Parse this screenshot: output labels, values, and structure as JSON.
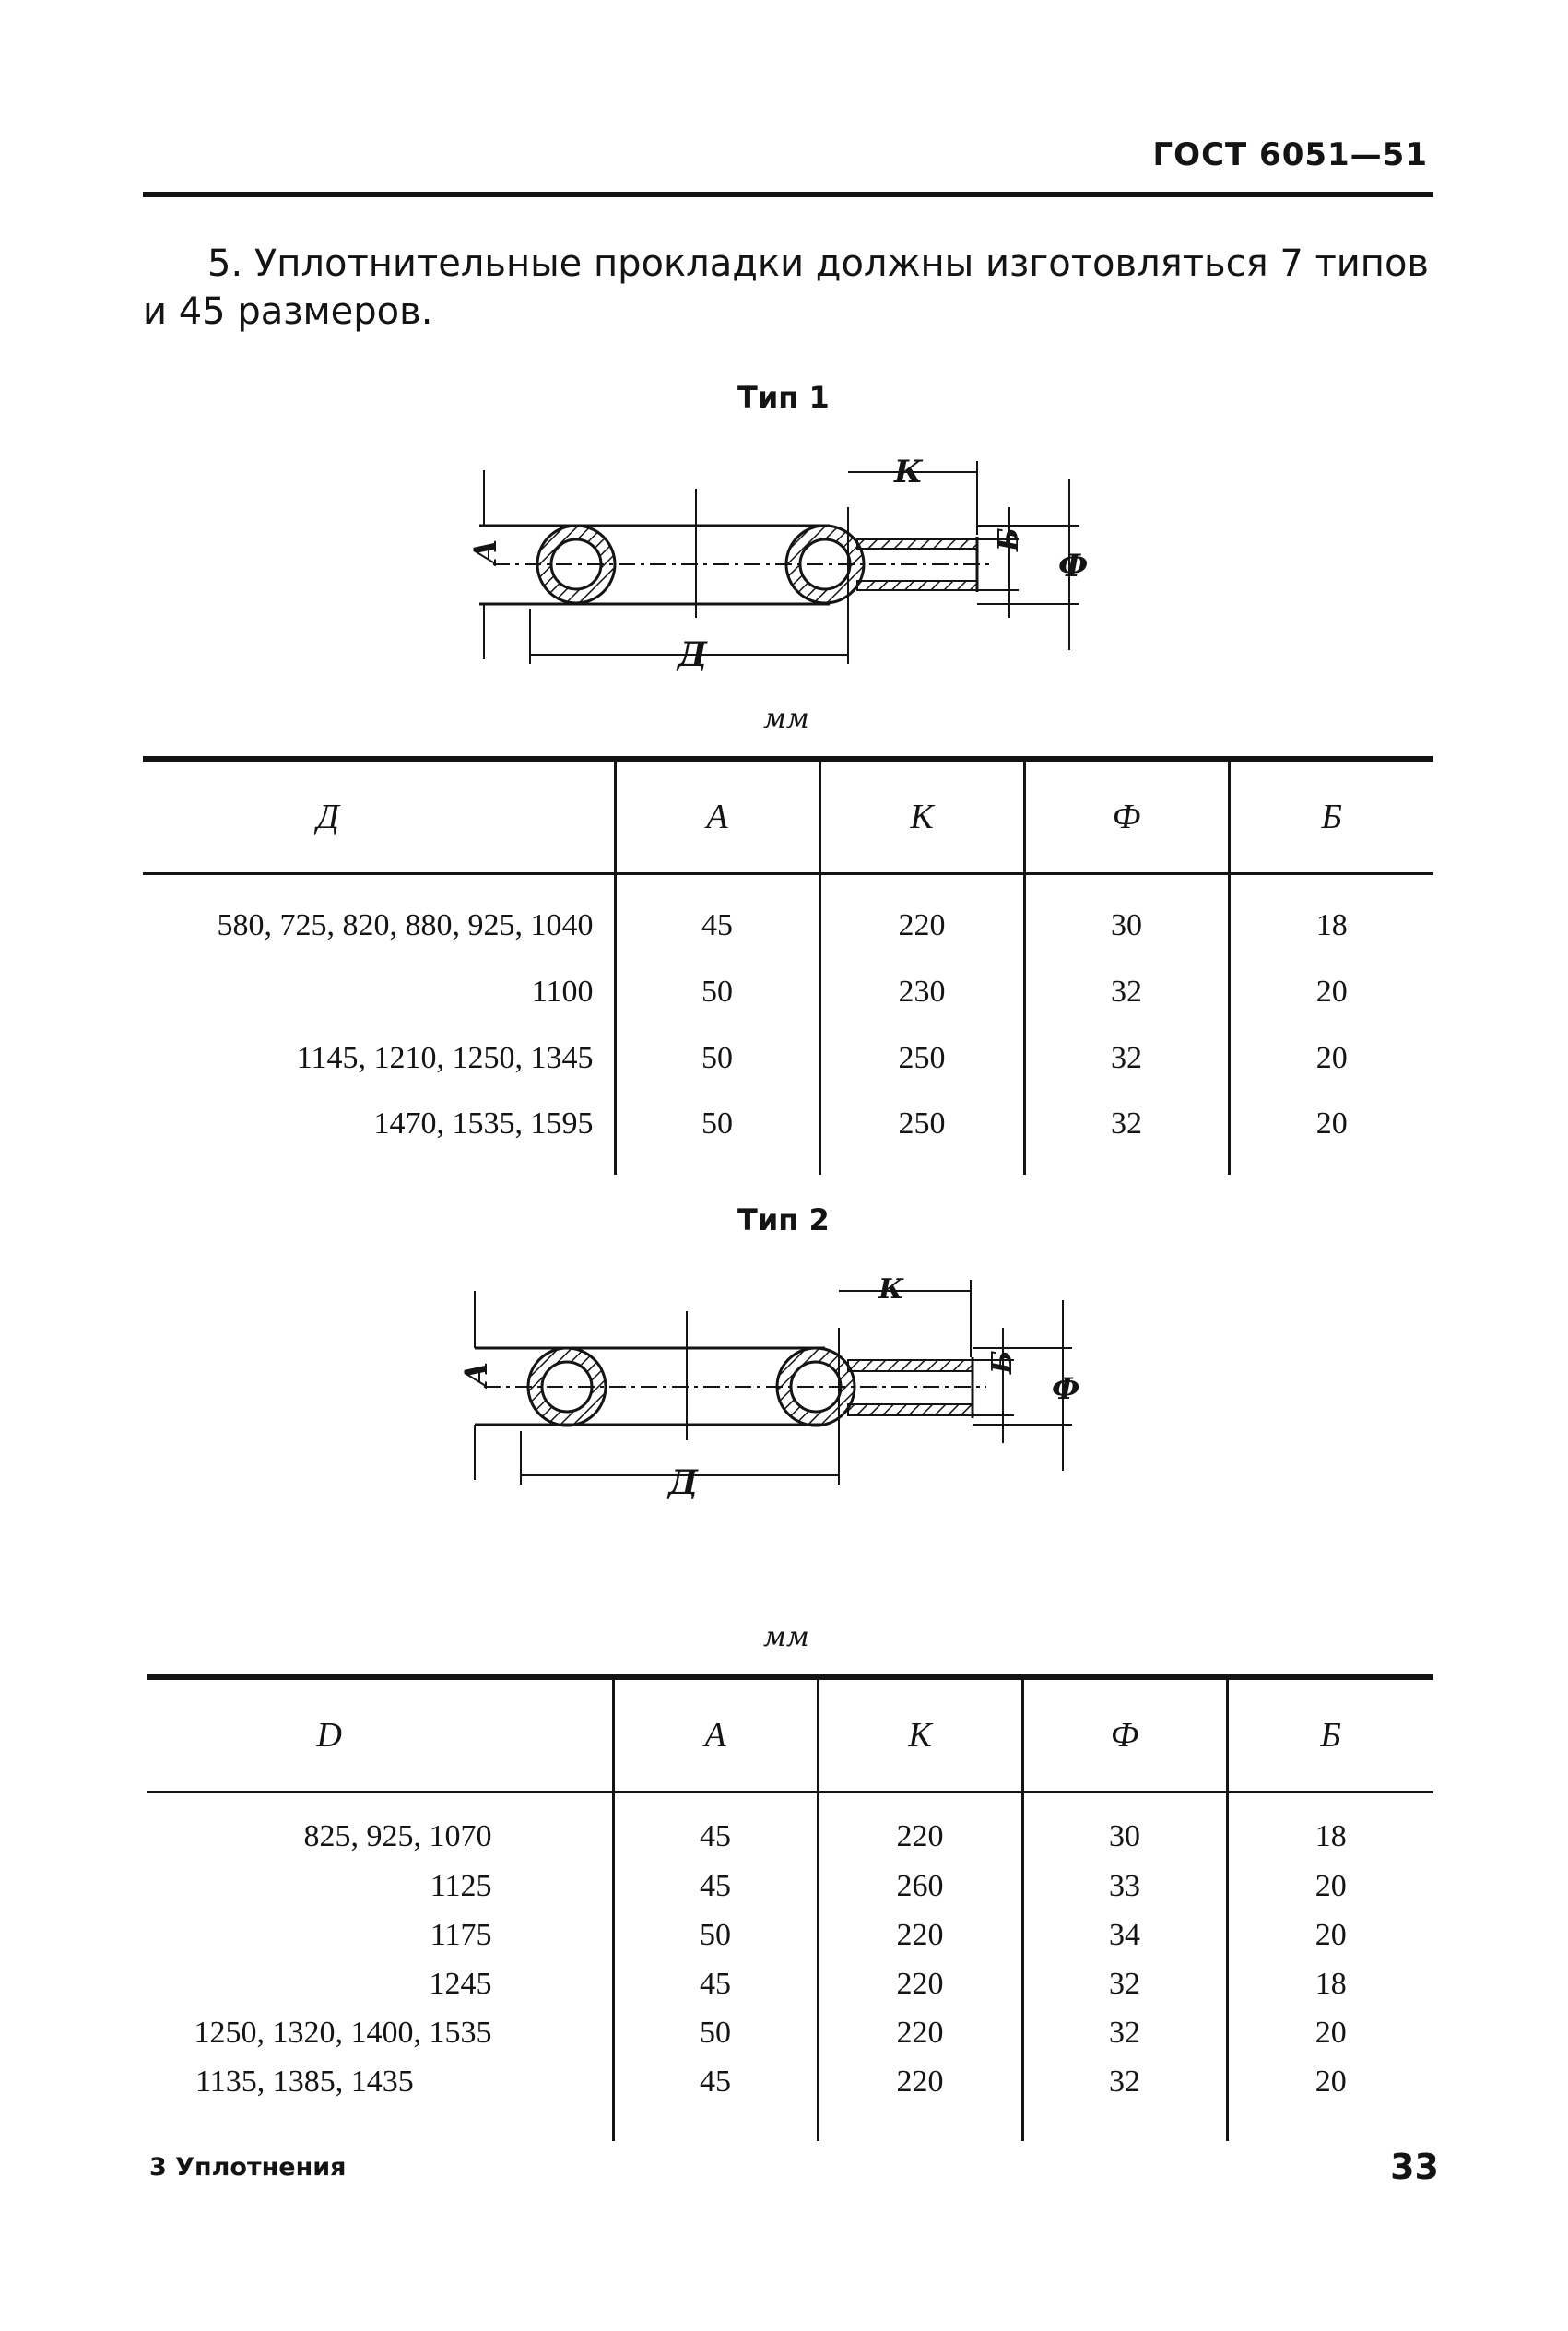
{
  "header": {
    "doc_number": "ГОСТ 6051—51"
  },
  "intro": {
    "text": "5. Уплотнительные прокладки должны изготовляться 7 типов и 45 размеров."
  },
  "type1": {
    "heading": "Тип 1",
    "dim_labels": {
      "a": "А",
      "d": "Д",
      "k": "К",
      "b": "Б",
      "f": "Ф"
    },
    "unit": "мм",
    "columns": [
      "Д",
      "А",
      "К",
      "Ф",
      "Б"
    ],
    "rows": [
      [
        "580, 725, 820, 880, 925, 1040",
        "45",
        "220",
        "30",
        "18"
      ],
      [
        "1100",
        "50",
        "230",
        "32",
        "20"
      ],
      [
        "1145, 1210, 1250, 1345",
        "50",
        "250",
        "32",
        "20"
      ],
      [
        "1470, 1535, 1595",
        "50",
        "250",
        "32",
        "20"
      ]
    ]
  },
  "type2": {
    "heading": "Тип 2",
    "dim_labels": {
      "a": "А",
      "d": "Д",
      "k": "К",
      "b": "Б",
      "f": "Ф"
    },
    "unit": "мм",
    "columns": [
      "D",
      "А",
      "К",
      "Ф",
      "Б"
    ],
    "rows": [
      [
        "825, 925, 1070",
        "45",
        "220",
        "30",
        "18"
      ],
      [
        "1125",
        "45",
        "260",
        "33",
        "20"
      ],
      [
        "1175",
        "50",
        "220",
        "34",
        "20"
      ],
      [
        "1245",
        "45",
        "220",
        "32",
        "18"
      ],
      [
        "1250, 1320, 1400, 1535",
        "50",
        "220",
        "32",
        "20"
      ],
      [
        "1135, 1385, 1435",
        "45",
        "220",
        "32",
        "20"
      ]
    ]
  },
  "footer": {
    "section": "3 Уплотнения",
    "page_number": "33"
  }
}
